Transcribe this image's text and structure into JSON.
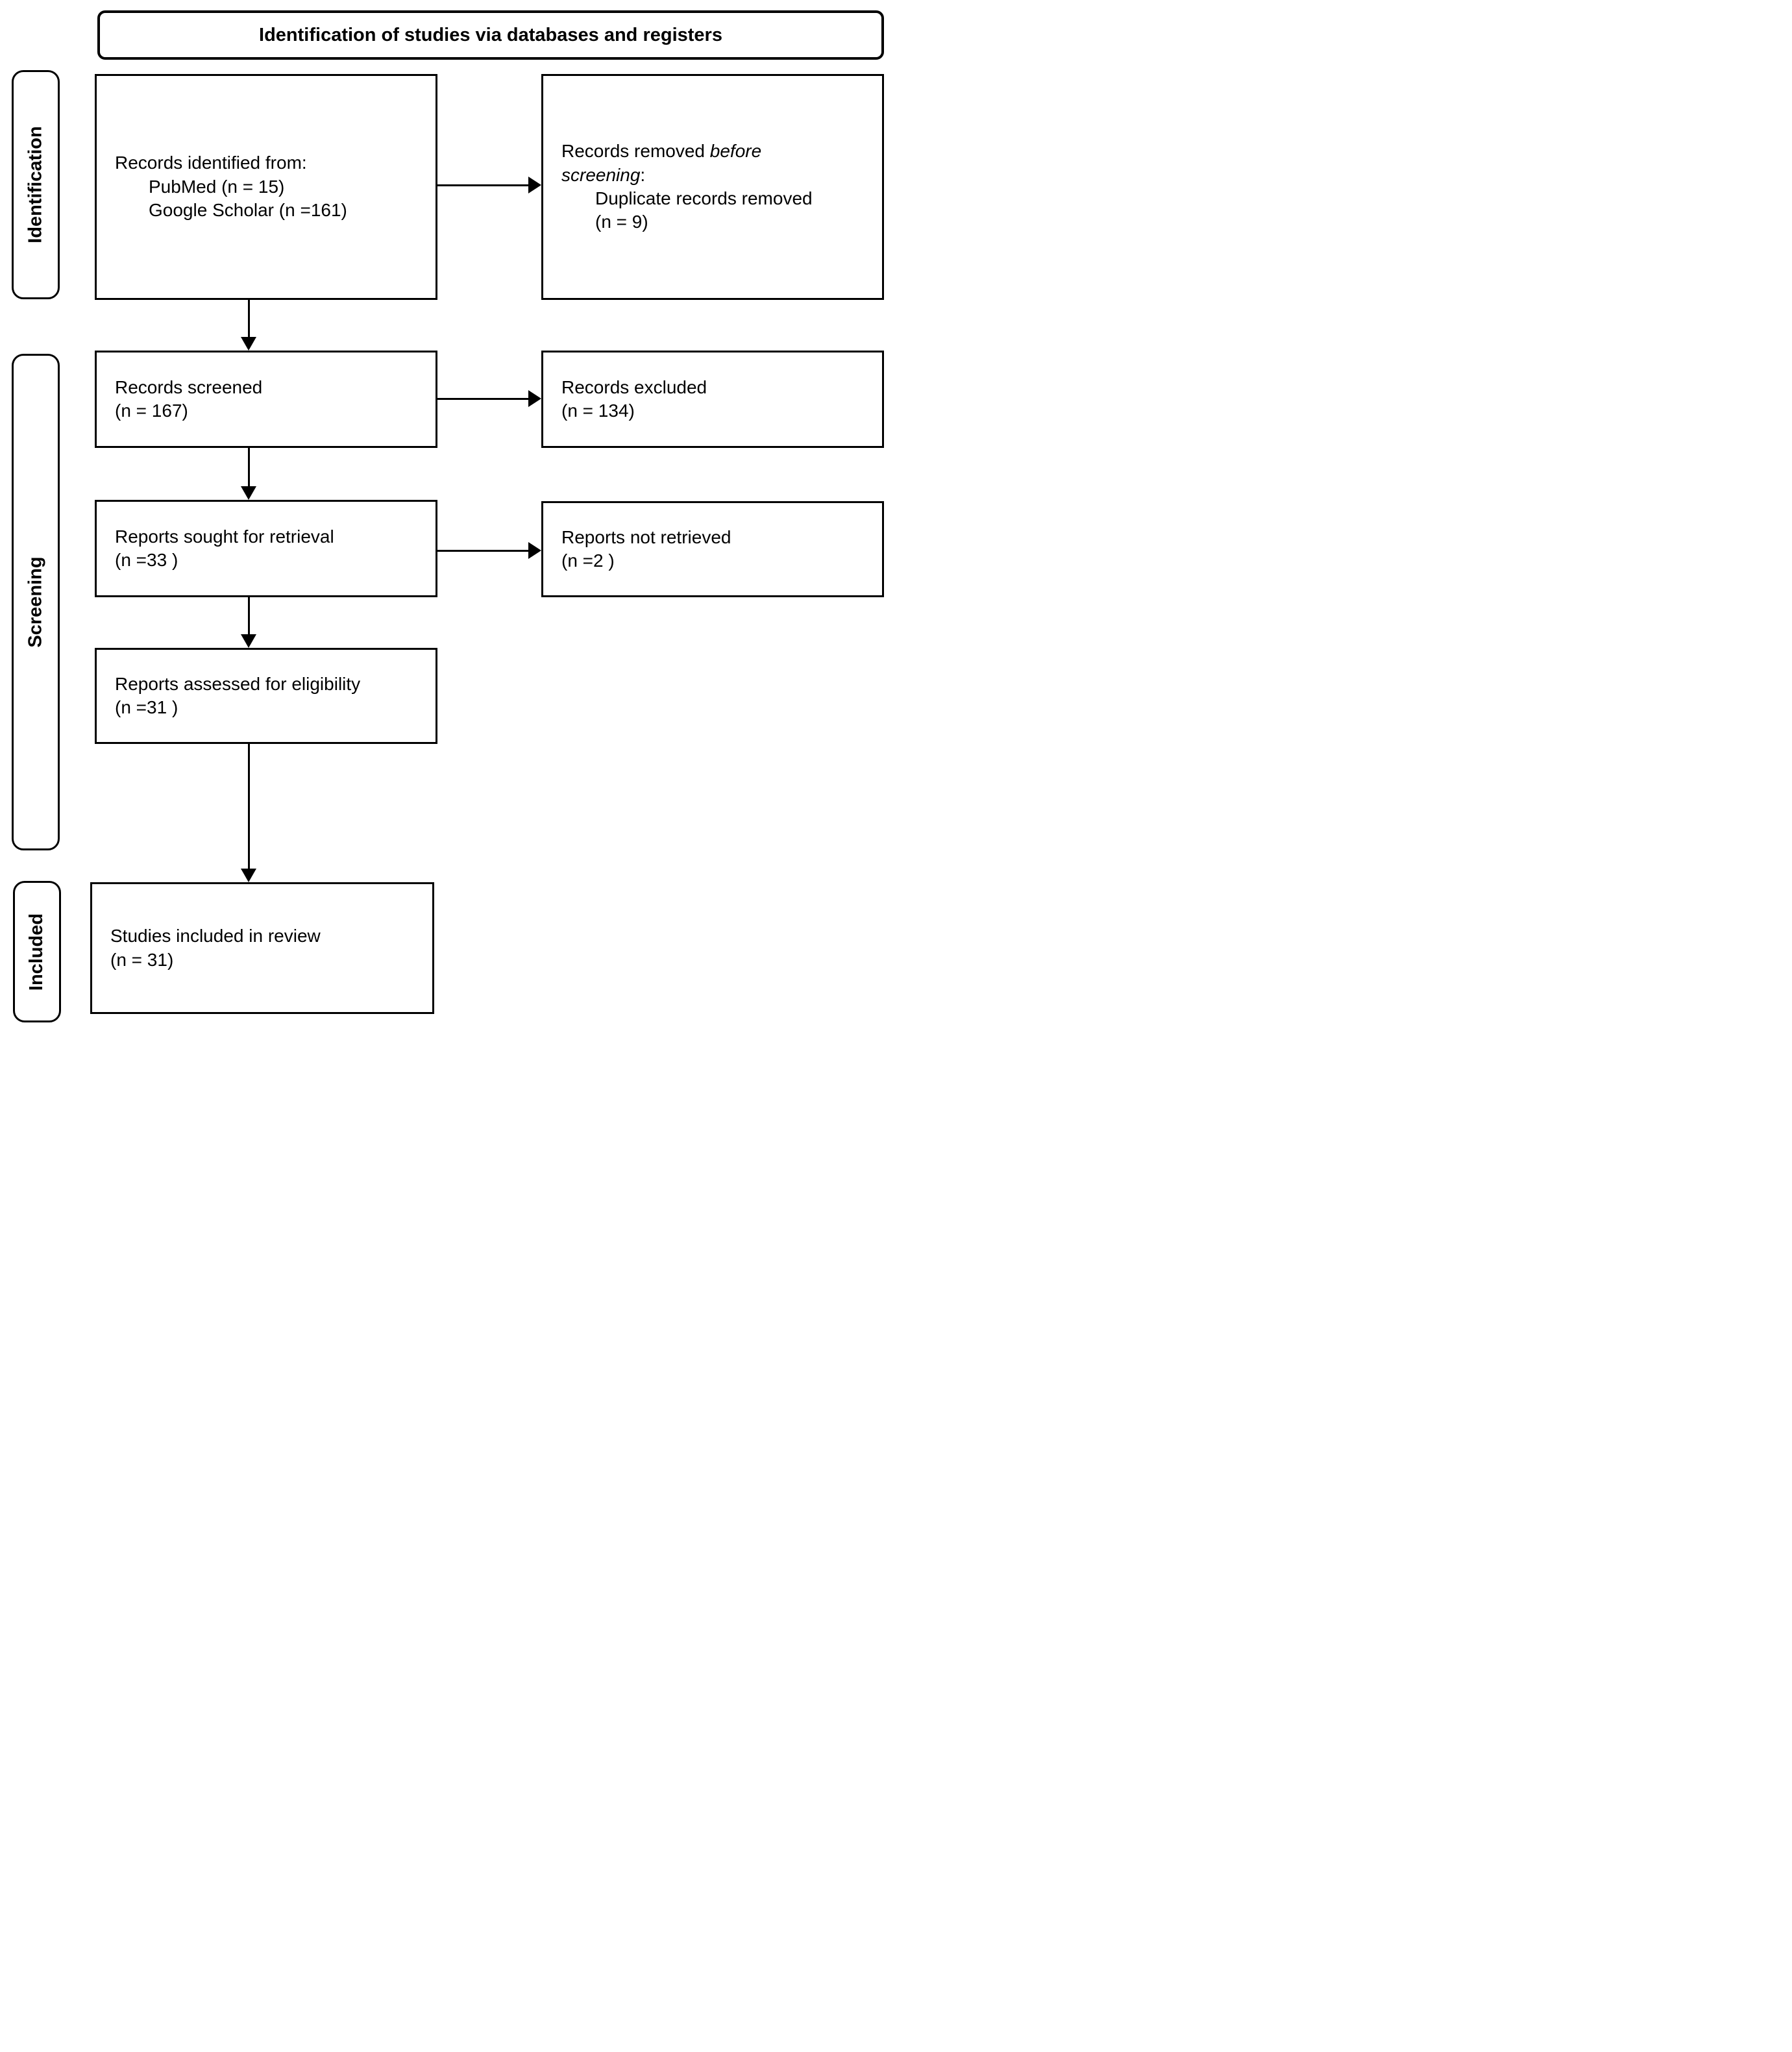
{
  "title": "Identification of studies via databases and registers",
  "colors": {
    "ink": "#000000",
    "background": "#ffffff"
  },
  "sidebars": [
    {
      "label": "Identification"
    },
    {
      "label": "Screening"
    },
    {
      "label": "Included"
    }
  ],
  "flow": {
    "identified": {
      "heading": "Records identified from:",
      "items": [
        "PubMed (n = 15)",
        "Google Scholar (n =161)"
      ]
    },
    "removed": {
      "heading_prefix": "Records removed ",
      "heading_italic": "before screening",
      "heading_suffix": ":",
      "items": [
        "Duplicate records removed",
        "(n = 9)"
      ]
    },
    "screened": {
      "text": "Records screened",
      "count": "(n = 167)"
    },
    "excluded": {
      "text": "Records excluded",
      "count": "(n = 134)"
    },
    "sought": {
      "text": "Reports sought for retrieval",
      "count": "(n =33 )"
    },
    "not_retrieved": {
      "text": "Reports not retrieved",
      "count": "(n =2 )"
    },
    "assessed": {
      "text": "Reports assessed for eligibility",
      "count": "(n =31 )"
    },
    "included": {
      "text": "Studies included in review",
      "count": "(n = 31)"
    }
  }
}
